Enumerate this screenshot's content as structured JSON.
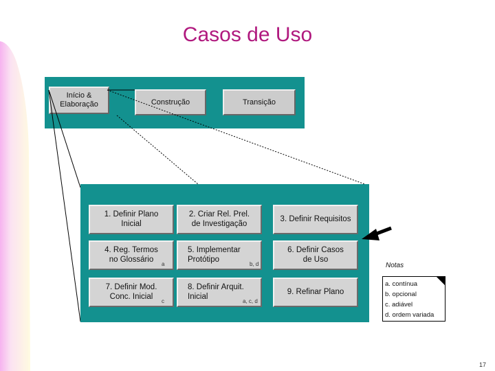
{
  "title": "Casos de Uso",
  "phases": {
    "inicio": "Início &\nElaboração",
    "construcao": "Construção",
    "transicao": "Transição"
  },
  "steps": [
    "1. Definir Plano\nInicial",
    "2. Criar Rel. Prel.\nde Investigação",
    "3. Definir Requisitos",
    "4. Reg. Termos\nno Glossário",
    "5. Implementar\nProtótipo",
    "6. Definir Casos\nde Uso",
    "7. Definir Mod.\nConc. Inicial",
    "8. Definir Arquit.\nInicial",
    "9. Refinar Plano"
  ],
  "step_marks": {
    "step4": "a",
    "step5": "b, d",
    "step7": "c",
    "step8": "a, c, d"
  },
  "notes": {
    "title": "Notas",
    "items": [
      "a. contínua",
      "b. opcional",
      "c. adiável",
      "d. ordem variada"
    ]
  },
  "page_number": "17",
  "colors": {
    "title": "#b0197e",
    "panel": "#13918f",
    "button": "#d4d4d4",
    "left_band": "#fff5c0"
  }
}
